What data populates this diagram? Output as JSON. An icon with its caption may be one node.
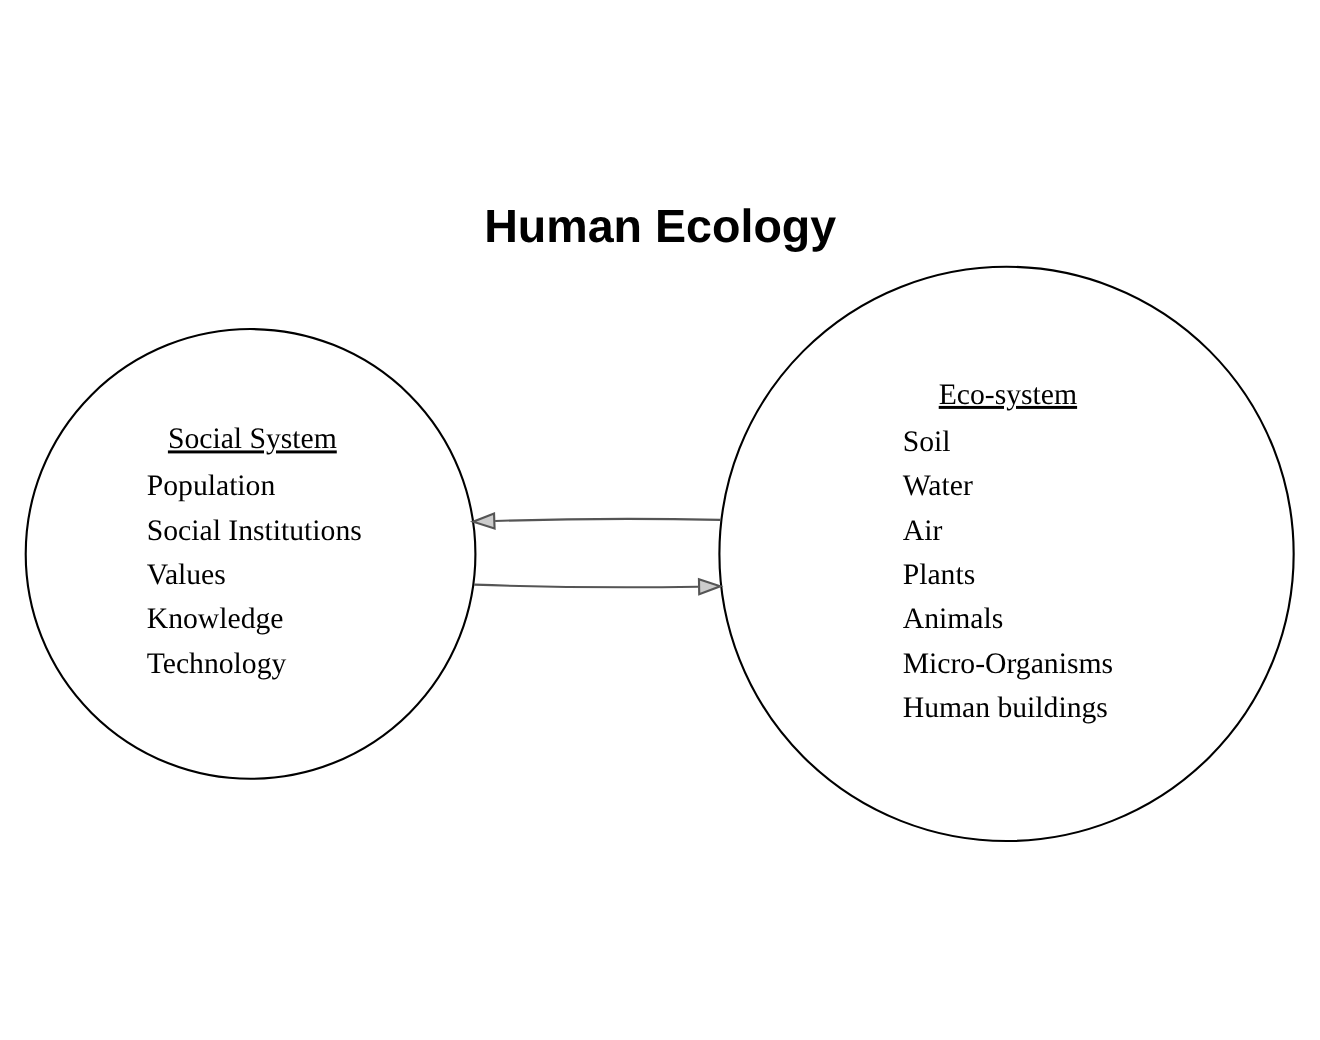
{
  "diagram": {
    "title": "Human Ecology",
    "nodes": [
      {
        "text": [
          "Social System",
          "Population",
          "Social Institutions",
          "Values",
          "Knowledge",
          "Technology"
        ]
      },
      {
        "text": [
          "Eco-system",
          "Soil",
          "Water",
          "Air",
          "Plants",
          "Animals",
          "Micro-Organisms",
          "Human buildings"
        ]
      }
    ],
    "edges": [
      {
        "from": 0,
        "to": 1,
        "arrow": "to"
      },
      {
        "from": 1,
        "to": 0,
        "arrow": "to"
      }
    ]
  }
}
